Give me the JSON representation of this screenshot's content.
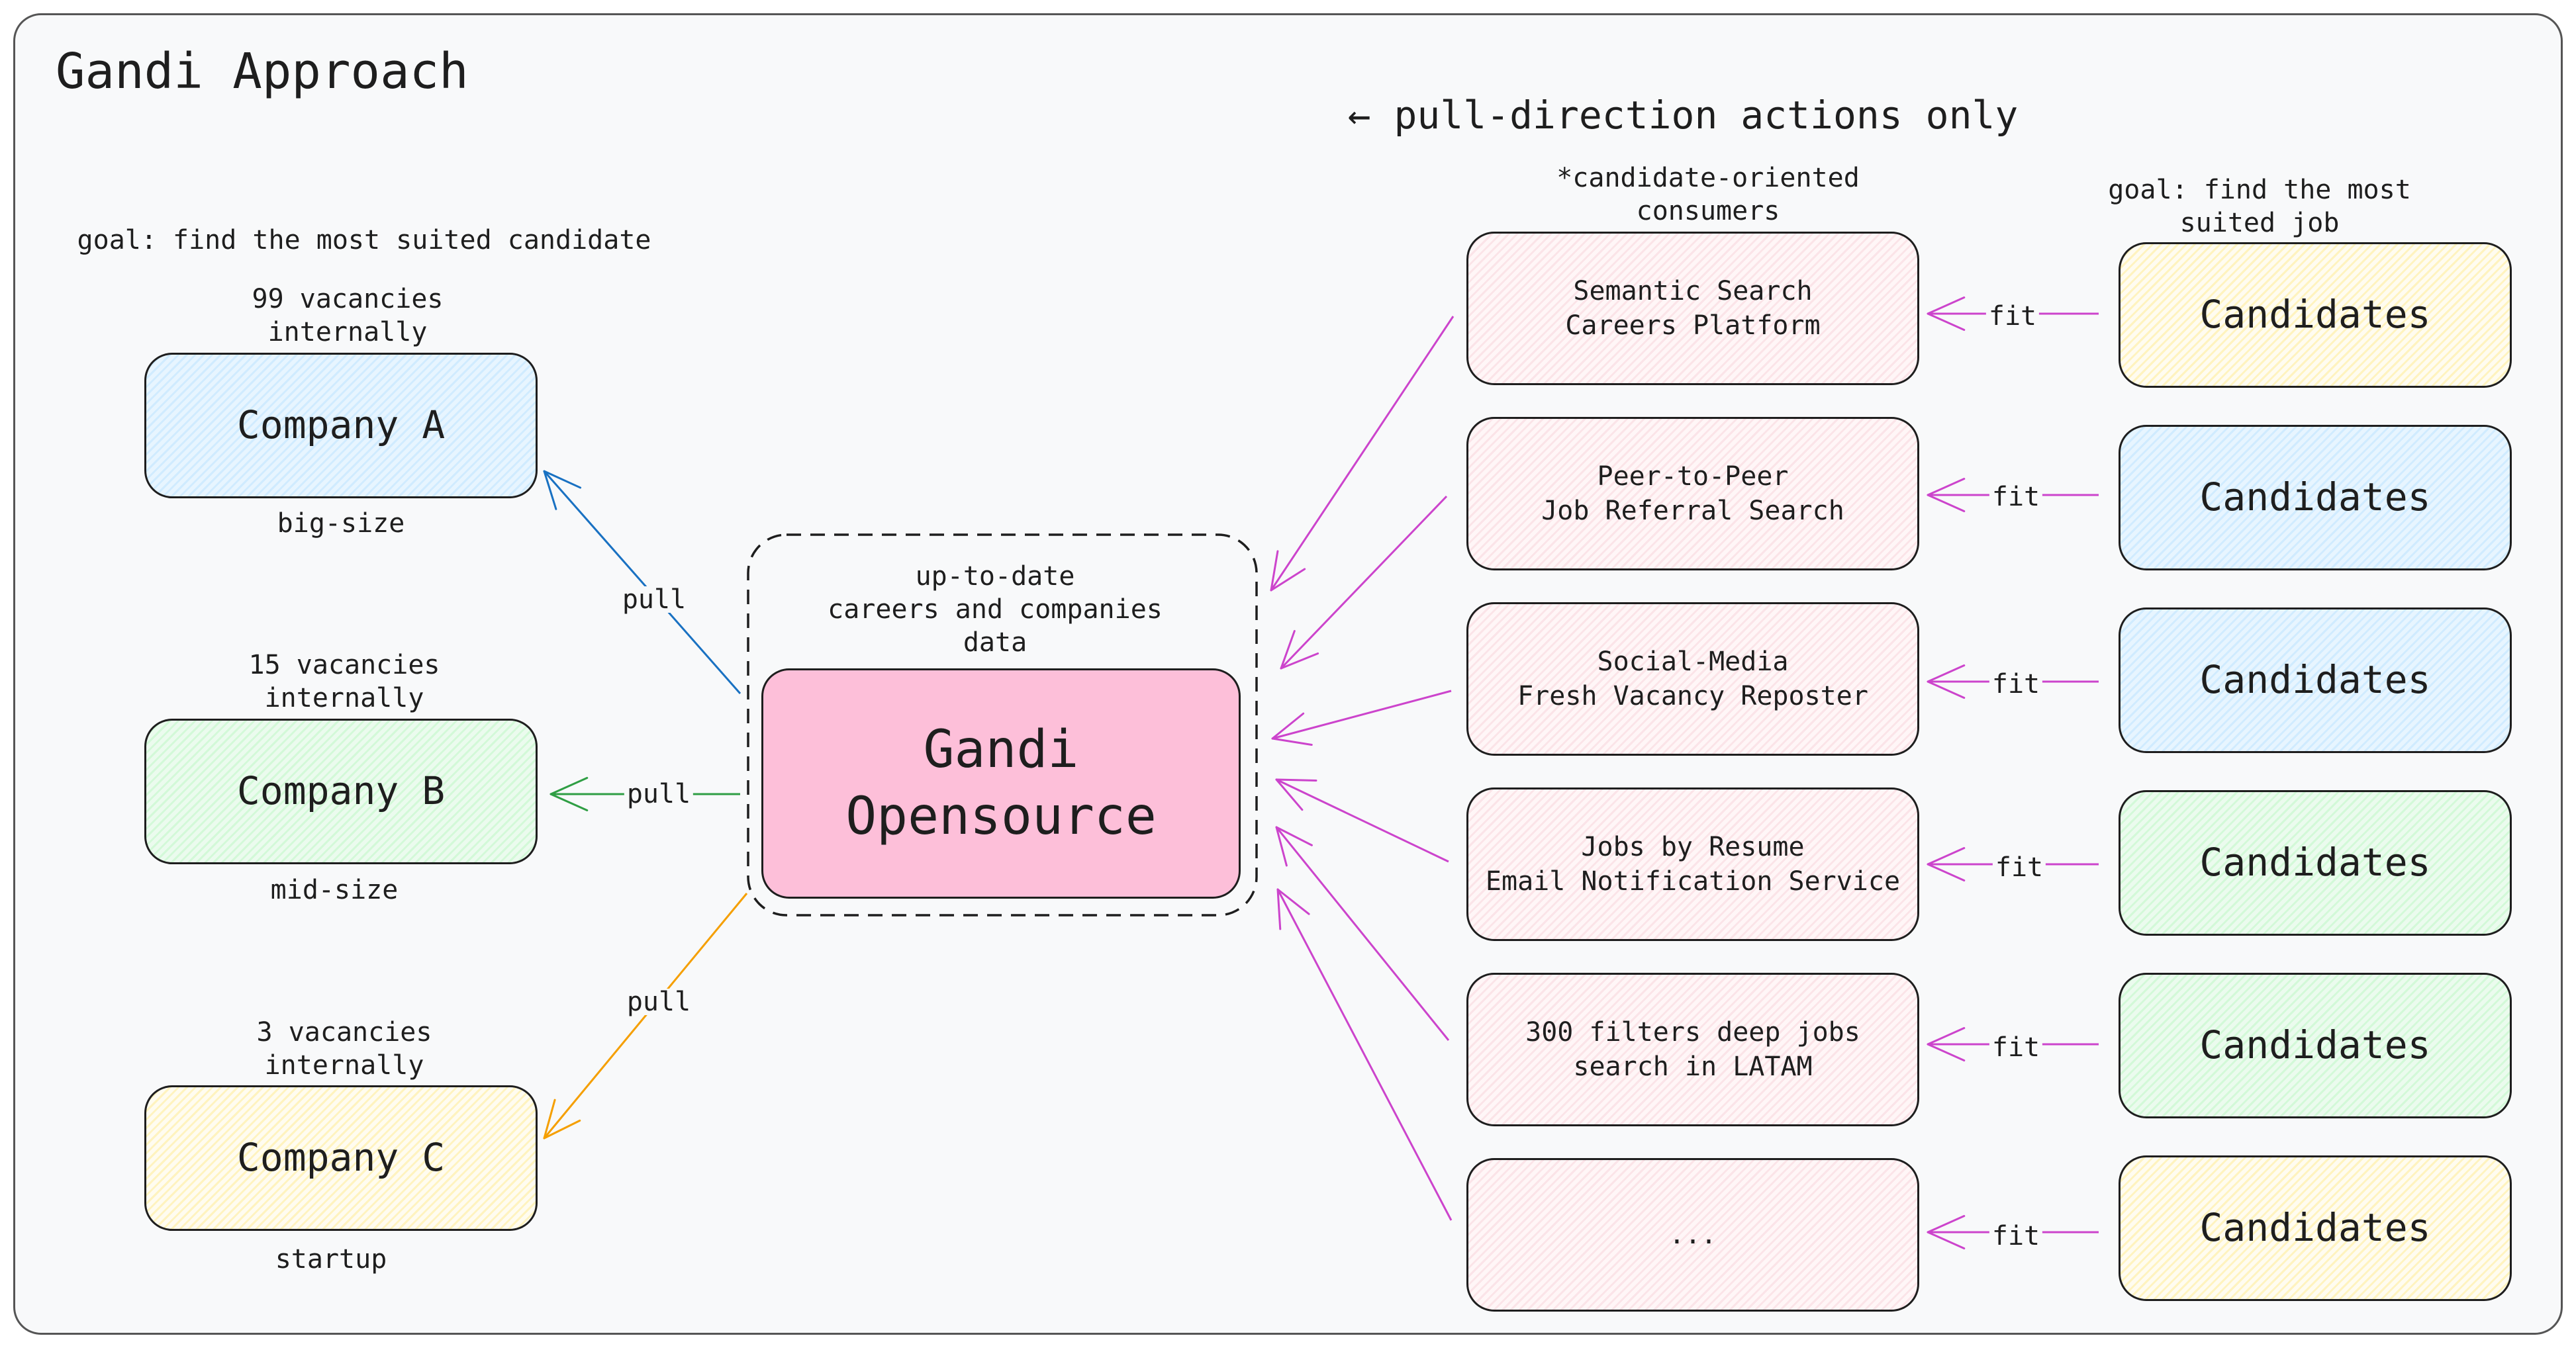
{
  "title": "Gandi Approach",
  "top_note": "← pull-direction actions only",
  "left_goal": "goal: find the most suited candidate",
  "right_goal": "goal: find the most suited job",
  "consumers_heading": "*candidate-oriented\nconsumers",
  "hub": {
    "caption": "up-to-date\ncareers and companies\ndata",
    "label": "Gandi\nOpensource"
  },
  "companies": [
    {
      "name": "Company A",
      "vacancies": "99 vacancies\ninternally",
      "size": "big-size",
      "pull_label": "pull"
    },
    {
      "name": "Company B",
      "vacancies": "15 vacancies\ninternally",
      "size": "mid-size",
      "pull_label": "pull"
    },
    {
      "name": "Company C",
      "vacancies": "3 vacancies\ninternally",
      "size": "startup",
      "pull_label": "pull"
    }
  ],
  "consumers": [
    {
      "label": "Semantic Search\nCareers Platform"
    },
    {
      "label": "Peer-to-Peer\nJob Referral Search"
    },
    {
      "label": "Social-Media\nFresh Vacancy Reposter"
    },
    {
      "label": "Jobs by Resume\nEmail Notification Service"
    },
    {
      "label": "300 filters deep jobs\nsearch in LATAM"
    },
    {
      "label": "..."
    }
  ],
  "candidates": [
    {
      "label": "Candidates"
    },
    {
      "label": "Candidates"
    },
    {
      "label": "Candidates"
    },
    {
      "label": "Candidates"
    },
    {
      "label": "Candidates"
    },
    {
      "label": "Candidates"
    }
  ],
  "fit_label": "fit",
  "colors": {
    "pull_a": "#1971c2",
    "pull_b": "#2f9e44",
    "pull_c": "#f59f00",
    "consumer_arrows": "#cc44cc",
    "hub_fill": "#fdbfd9"
  }
}
